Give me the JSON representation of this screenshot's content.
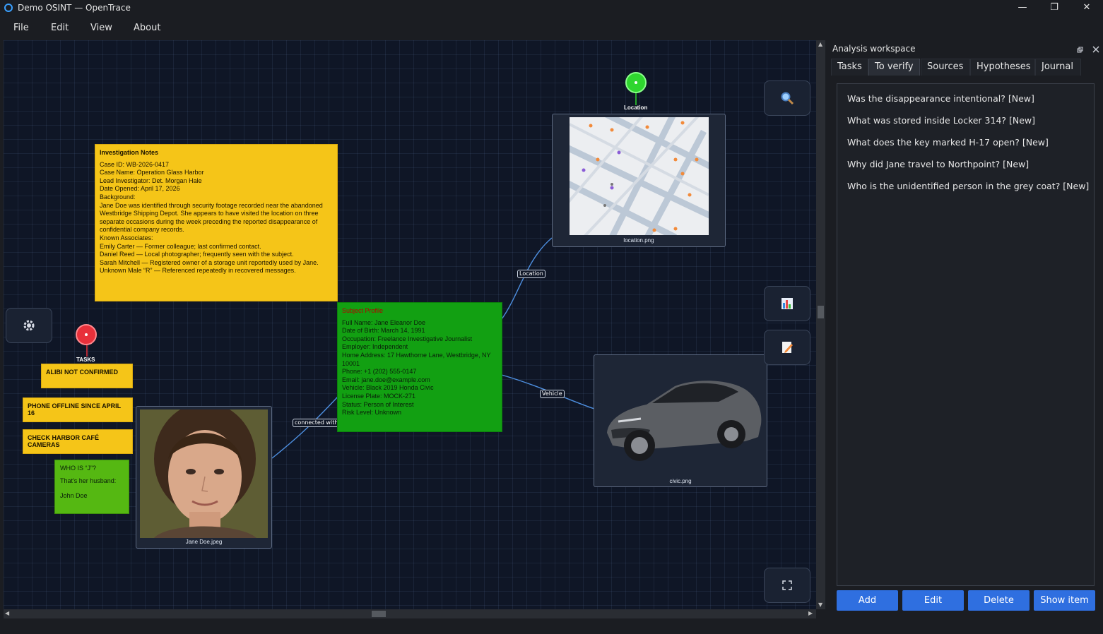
{
  "window": {
    "title": "Demo OSINT — OpenTrace",
    "min_glyph": "—",
    "max_glyph": "❐",
    "close_glyph": "✕"
  },
  "menu": [
    "File",
    "Edit",
    "View",
    "About"
  ],
  "canvas": {
    "notes": {
      "investigation": {
        "title": "Investigation Notes",
        "lines": [
          "Case ID: WB-2026-0417",
          "Case Name: Operation Glass Harbor",
          "Lead Investigator: Det. Morgan Hale",
          "Date Opened: April 17, 2026",
          "Background:",
          "Jane Doe was identified through security footage recorded near the abandoned Westbridge Shipping Depot. She appears to have visited the location on three separate occasions during the week preceding the reported disappearance of confidential company records.",
          "Known Associates:",
          "Emily Carter — Former colleague; last confirmed contact.",
          "Daniel Reed — Local photographer; frequently seen with the subject.",
          "Sarah Mitchell — Registered owner of a storage unit reportedly used by Jane.",
          "Unknown Male “R” — Referenced repeatedly in recovered messages."
        ]
      },
      "subject": {
        "title": "Subject Profile",
        "lines": [
          "Full Name: Jane Eleanor Doe",
          "Date of Birth: March 14, 1991",
          "Occupation: Freelance Investigative Journalist",
          "Employer: Independent",
          "Home Address: 17 Hawthorne Lane, Westbridge, NY 10001",
          "Phone: +1 (202) 555-0147",
          "Email: jane.doe@example.com",
          "Vehicle: Black 2019 Honda Civic",
          "License Plate: MOCK-271",
          "Status: Person of Interest",
          "Risk Level: Unknown"
        ]
      },
      "who_is_j": {
        "title": "WHO IS “J”?",
        "lines": [
          "That's her husband:",
          "John Doe"
        ]
      }
    },
    "tasks_pin_label": "TASKS",
    "location_pin_label": "Location",
    "task_cards": [
      "ALIBI NOT CONFIRMED",
      "PHONE OFFLINE SINCE APRIL 16",
      "CHECK HARBOR CAFÉ CAMERAS"
    ],
    "images": {
      "portrait": "Jane Doe.jpeg",
      "map": "location.png",
      "car": "civic.png"
    },
    "edge_labels": {
      "connected": "connected with",
      "location": "Location",
      "vehicle": "Vehicle"
    },
    "colors": {
      "yellow_note": "#f5c518",
      "green_note": "#12a012",
      "pin_red": "#e8303a",
      "pin_green": "#2fd62f",
      "edge": "#4d8fe0"
    }
  },
  "panel": {
    "title": "Analysis workspace",
    "tabs": [
      "Tasks",
      "To verify",
      "Sources",
      "Hypotheses",
      "Journal"
    ],
    "active_tab": "To verify",
    "items": [
      "Was the disappearance intentional?  [New]",
      "What was stored inside Locker 314?  [New]",
      "What does the key marked H-17 open?  [New]",
      "Why did Jane travel to Northpoint?  [New]",
      "Who is the unidentified person in the grey coat?  [New]"
    ],
    "buttons": {
      "add": "Add",
      "edit": "Edit",
      "delete": "Delete",
      "show": "Show item"
    },
    "accent": "#2f6fe0"
  }
}
